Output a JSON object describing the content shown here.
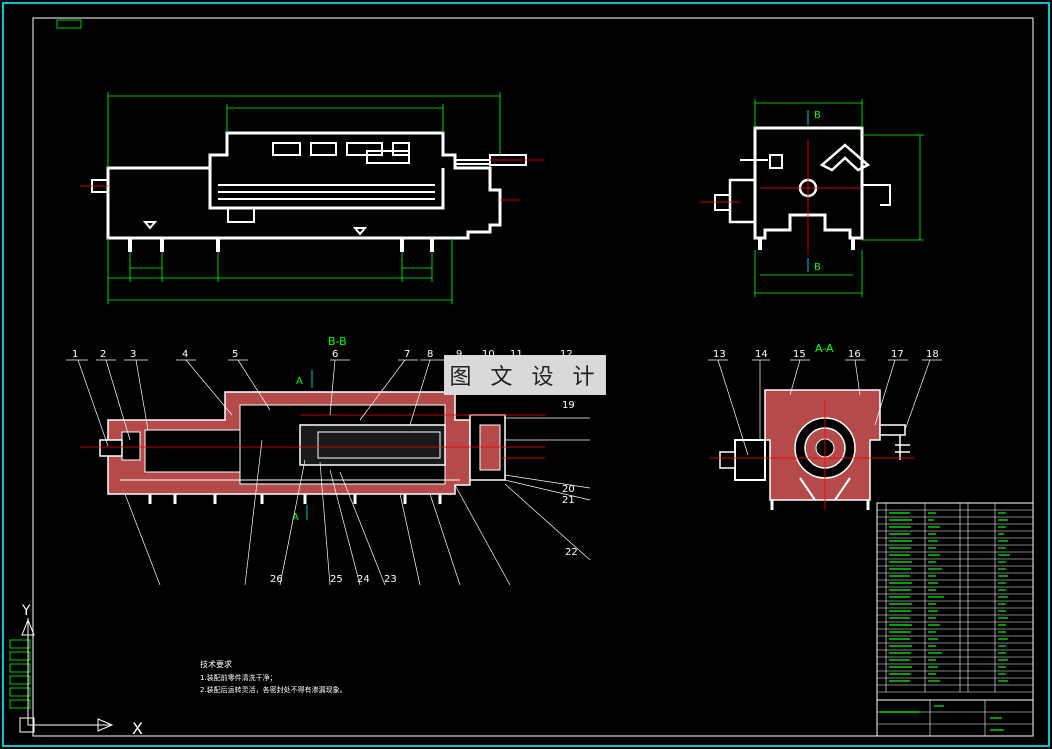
{
  "drawing": {
    "section_labels": {
      "bb": "B-B",
      "aa": "A-A",
      "a_left": "A",
      "a_right": "A",
      "b_top": "B",
      "b_bottom": "B"
    },
    "balloons_top": [
      "1",
      "2",
      "3",
      "4",
      "5",
      "6",
      "7",
      "8",
      "9",
      "10",
      "11",
      "12"
    ],
    "balloons_right": [
      "19",
      "20",
      "21",
      "22"
    ],
    "balloons_bottom": [
      "26",
      "25",
      "24",
      "23"
    ],
    "balloons_section": [
      "13",
      "14",
      "15",
      "16",
      "17",
      "18"
    ],
    "tech_req": {
      "title": "技术要求",
      "line1": "1.装配前零件清洗干净；",
      "line2": "2.装配后运转灵活，各密封处不得有渗漏现象。"
    },
    "ucs": {
      "x": "X",
      "y": "Y"
    }
  },
  "watermark": "图 文 设 计",
  "colors": {
    "background": "#000000",
    "frame": "#00c8c8",
    "outline": "#ffffff",
    "dimension": "#00ff00",
    "centerline": "#ff0000",
    "section": "#c85050",
    "leader": "#ffffff"
  }
}
